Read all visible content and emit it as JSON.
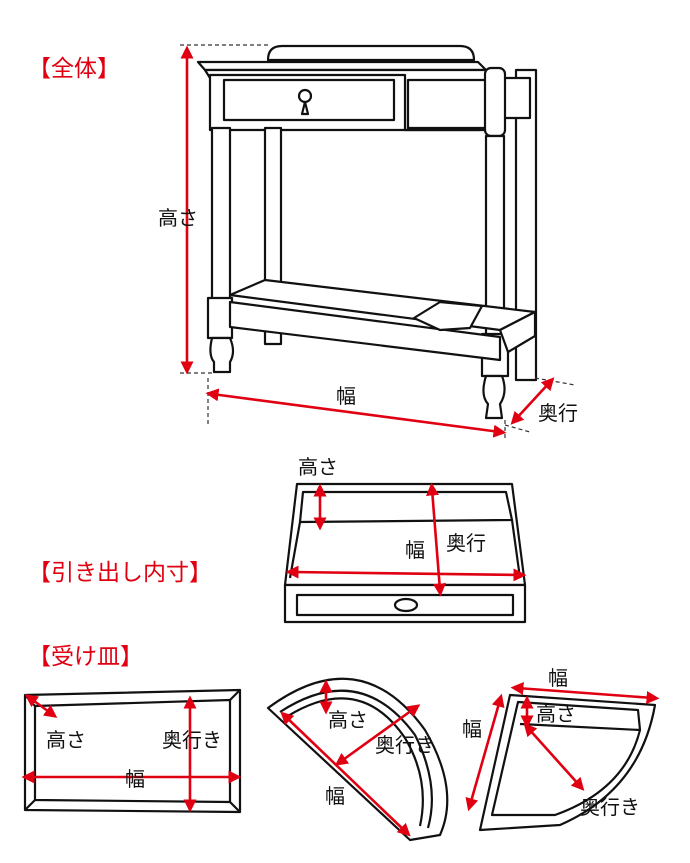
{
  "sections": {
    "overall": {
      "title": "【全体】",
      "height": "高さ",
      "width": "幅",
      "depth": "奥行"
    },
    "drawer": {
      "title": "【引き出し内寸】",
      "height": "高さ",
      "width": "幅",
      "depth": "奥行"
    },
    "tray": {
      "title": "【受け皿】",
      "rect": {
        "height": "高さ",
        "depth": "奥行き",
        "width": "幅"
      },
      "quarter": {
        "height": "高さ",
        "depth": "奥行き",
        "width": "幅"
      },
      "corner": {
        "width_top": "幅",
        "height": "高さ",
        "width_side": "幅",
        "depth": "奥行き"
      }
    }
  },
  "colors": {
    "accent": "#e00012",
    "line": "#111111"
  }
}
